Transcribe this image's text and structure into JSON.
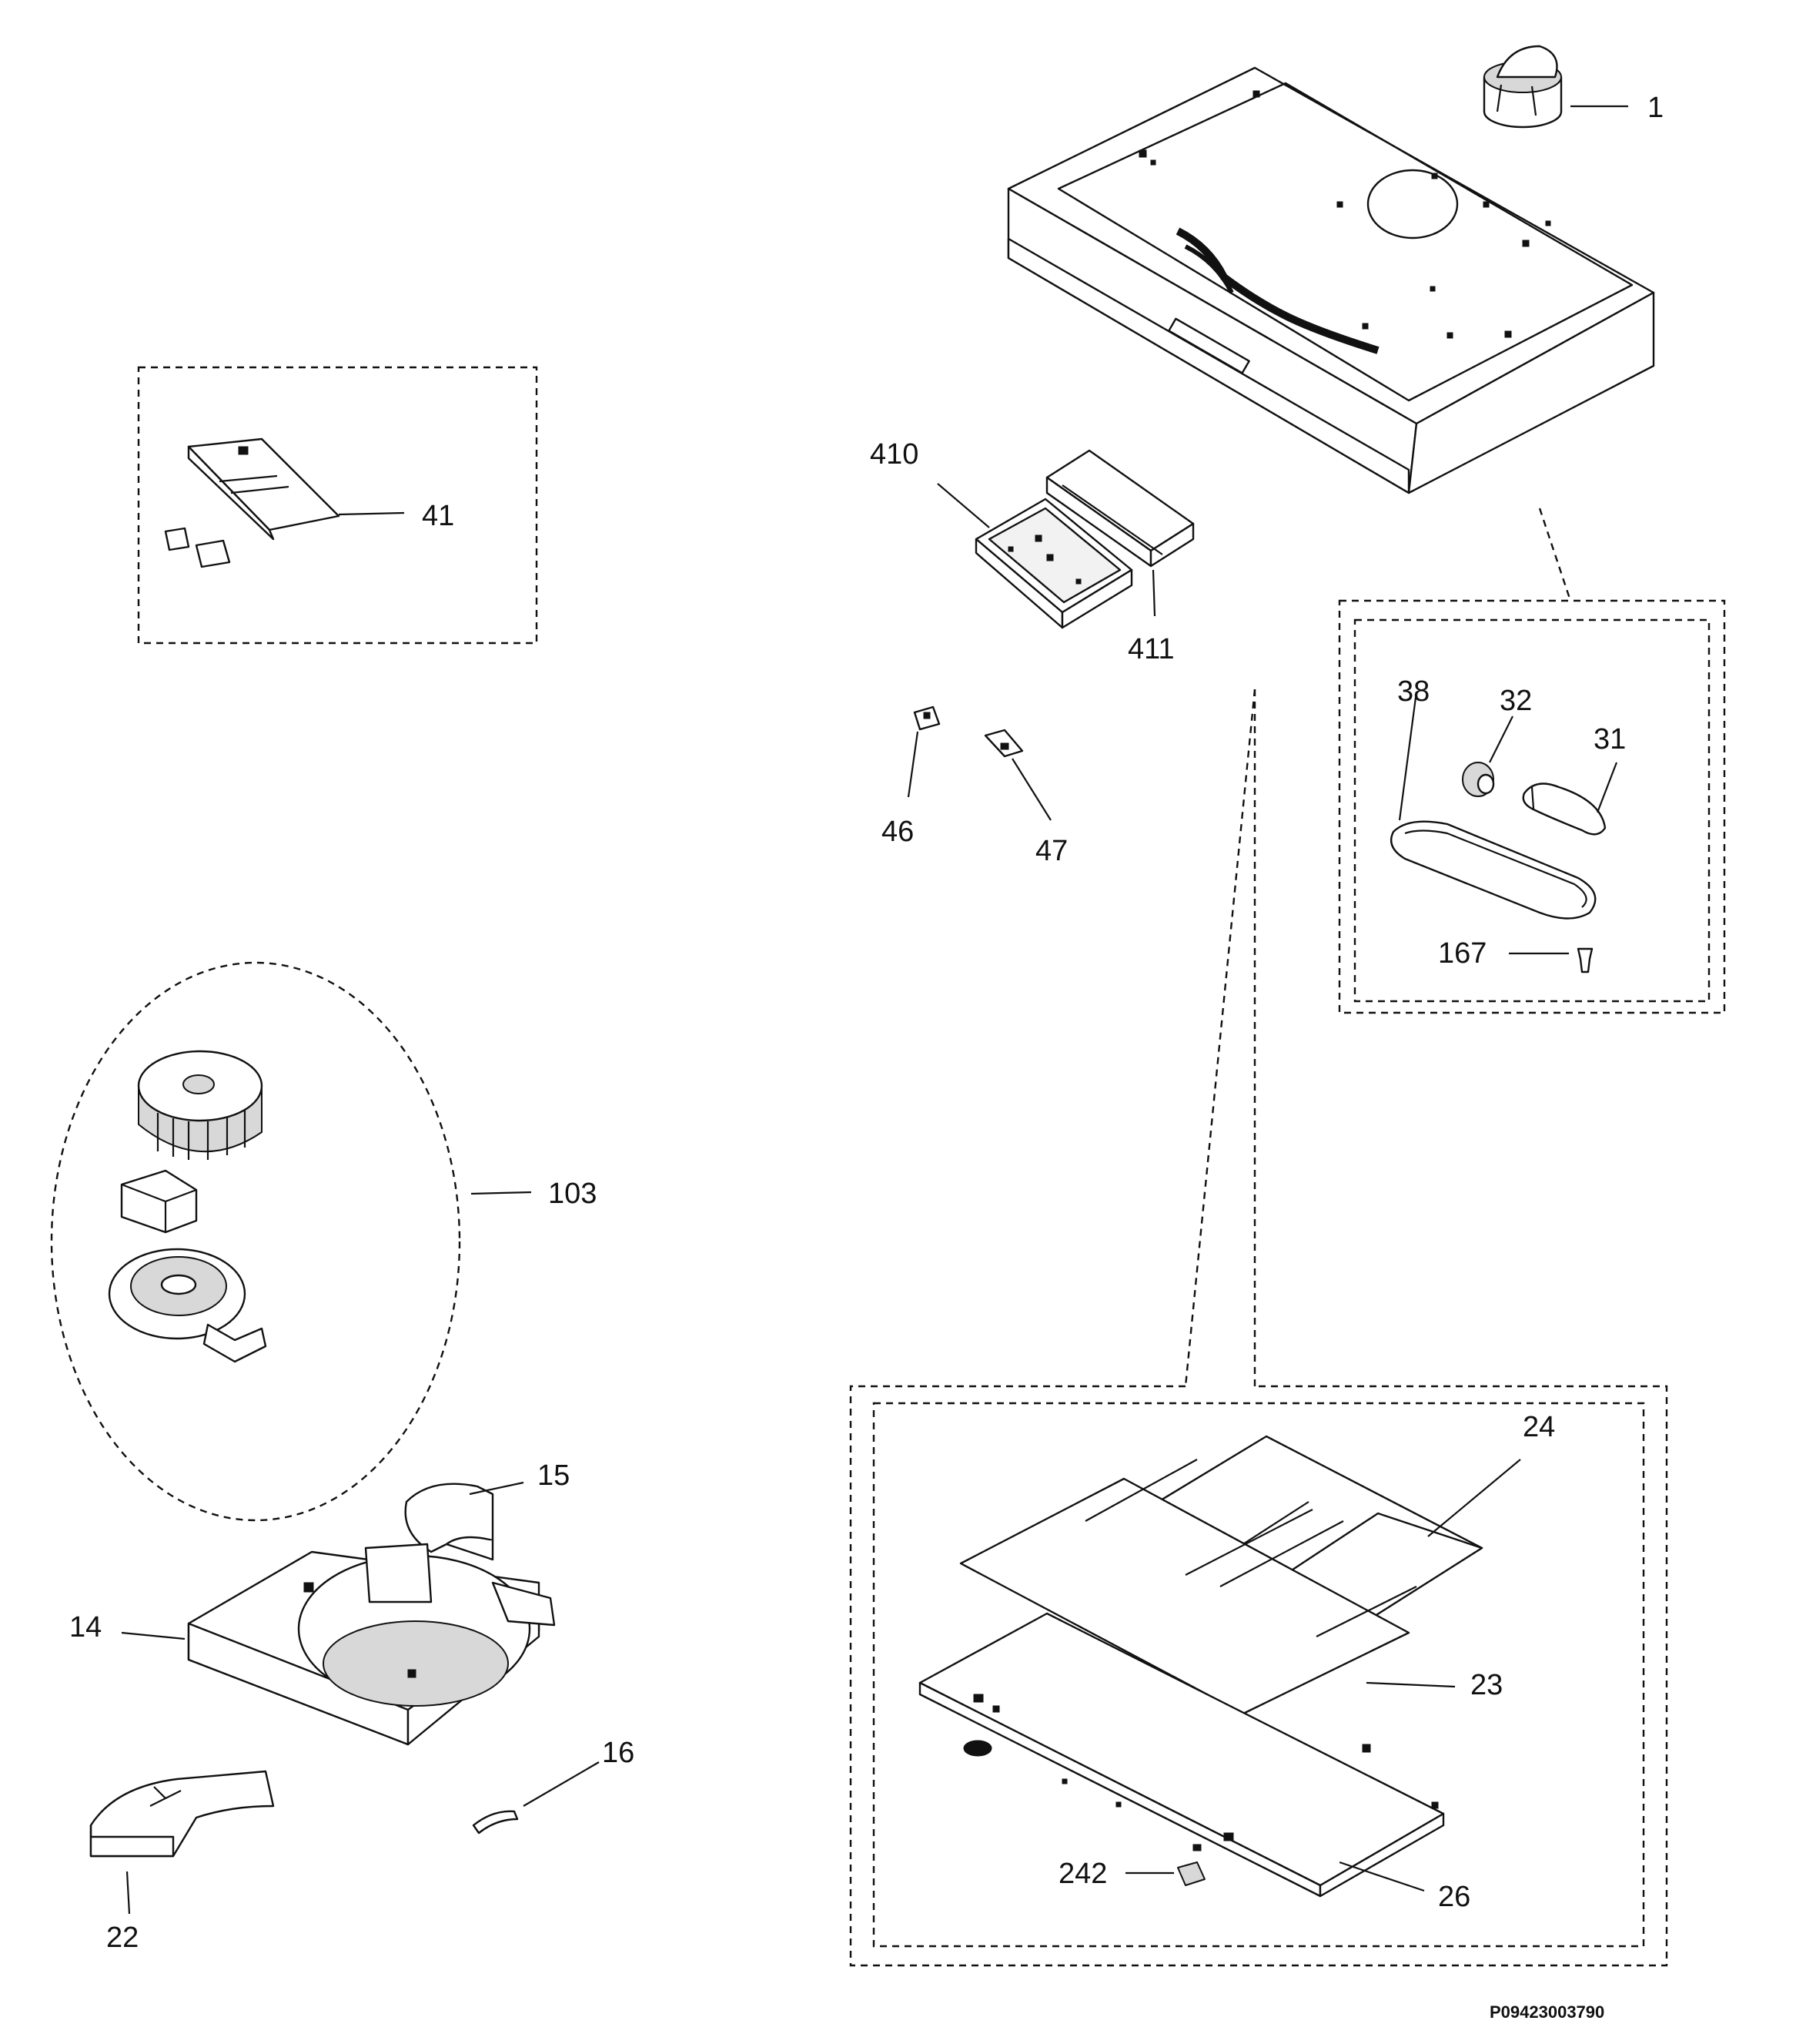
{
  "diagram_code": "P09423003790",
  "labels": {
    "p1": "1",
    "p410": "410",
    "p411": "411",
    "p41": "41",
    "p46": "46",
    "p47": "47",
    "p38": "38",
    "p32": "32",
    "p31": "31",
    "p167": "167",
    "p103": "103",
    "p15": "15",
    "p14": "14",
    "p16": "16",
    "p22": "22",
    "p24": "24",
    "p23": "23",
    "p26": "26",
    "p242": "242"
  }
}
